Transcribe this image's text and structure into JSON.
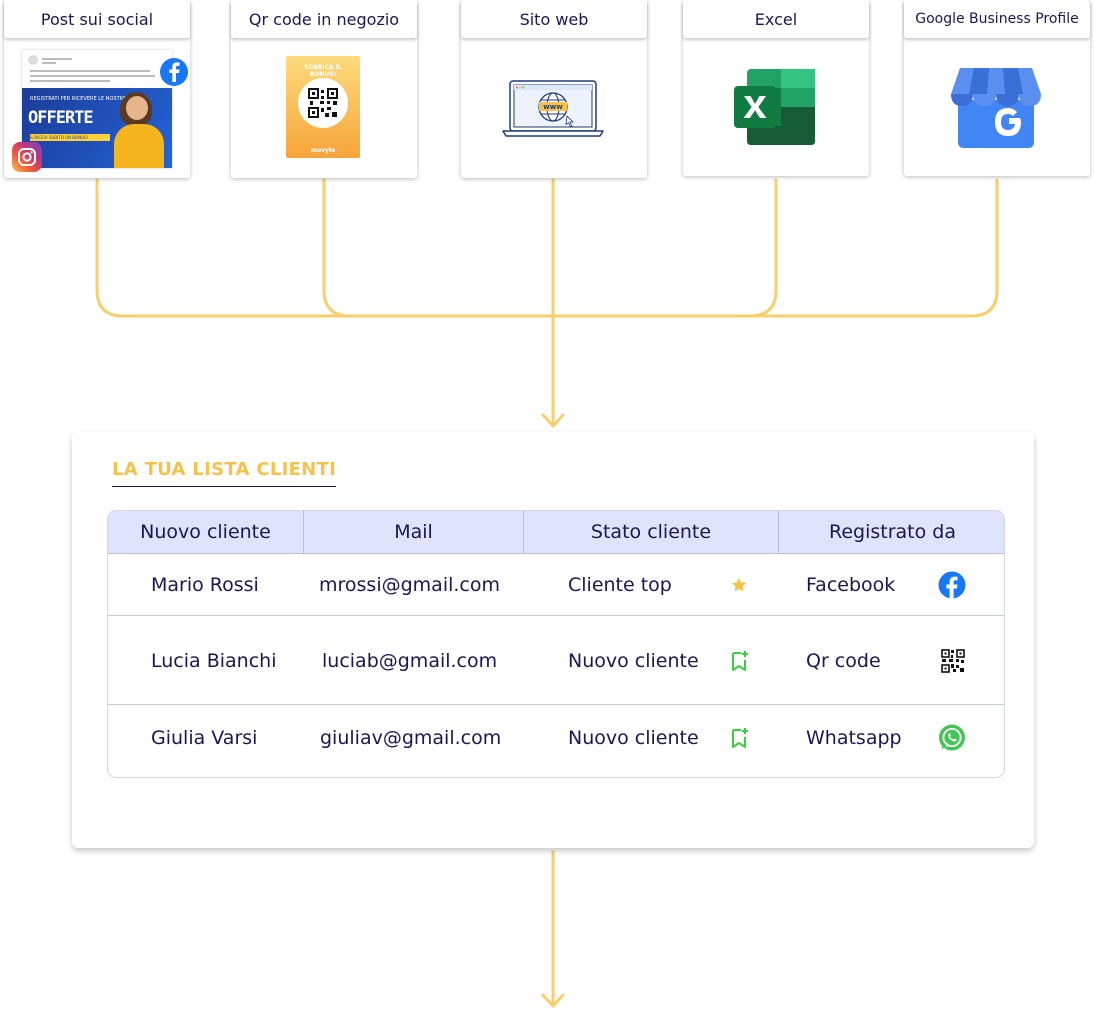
{
  "sources": [
    {
      "title": "Post sui social",
      "icon": "social-post-icon"
    },
    {
      "title": "Qr code in negozio",
      "icon": "qr-flyer-icon"
    },
    {
      "title": "Sito web",
      "icon": "website-icon"
    },
    {
      "title": "Excel",
      "icon": "excel-icon"
    },
    {
      "title": "Google Business Profile",
      "icon": "google-business-icon"
    }
  ],
  "social_post": {
    "banner_small": "REGISTRATI PER RICEVERE LE NOSTRE",
    "banner_big": "OFFERTE",
    "banner_tag": "& RICEVI SUBITO UN BONUS!"
  },
  "qr_flyer": {
    "title": "SCARICA IL BONUS!",
    "brand": "movylo"
  },
  "website_label": "www",
  "list": {
    "title": "LA TUA LISTA CLIENTI",
    "headers": [
      "Nuovo cliente",
      "Mail",
      "Stato cliente",
      "Registrato da"
    ],
    "rows": [
      {
        "name": "Mario Rossi",
        "mail": "mrossi@gmail.com",
        "status": "Cliente top",
        "status_icon": "star-icon",
        "source": "Facebook",
        "source_icon": "facebook-icon"
      },
      {
        "name": "Lucia Bianchi",
        "mail": "luciab@gmail.com",
        "status": "Nuovo cliente",
        "status_icon": "bookmark-add-icon",
        "source": "Qr code",
        "source_icon": "qr-code-icon"
      },
      {
        "name": "Giulia Varsi",
        "mail": "giuliav@gmail.com",
        "status": "Nuovo cliente",
        "status_icon": "bookmark-add-icon",
        "source": "Whatsapp",
        "source_icon": "whatsapp-icon"
      }
    ]
  },
  "colors": {
    "connector": "#f8cf6a",
    "title_accent": "#f7c24a",
    "text": "#1a1753",
    "header_bg": "#dfe3fb",
    "star": "#f5c242",
    "bookmark": "#3dcb3f",
    "facebook": "#1877f2",
    "whatsapp": "#43c657"
  }
}
